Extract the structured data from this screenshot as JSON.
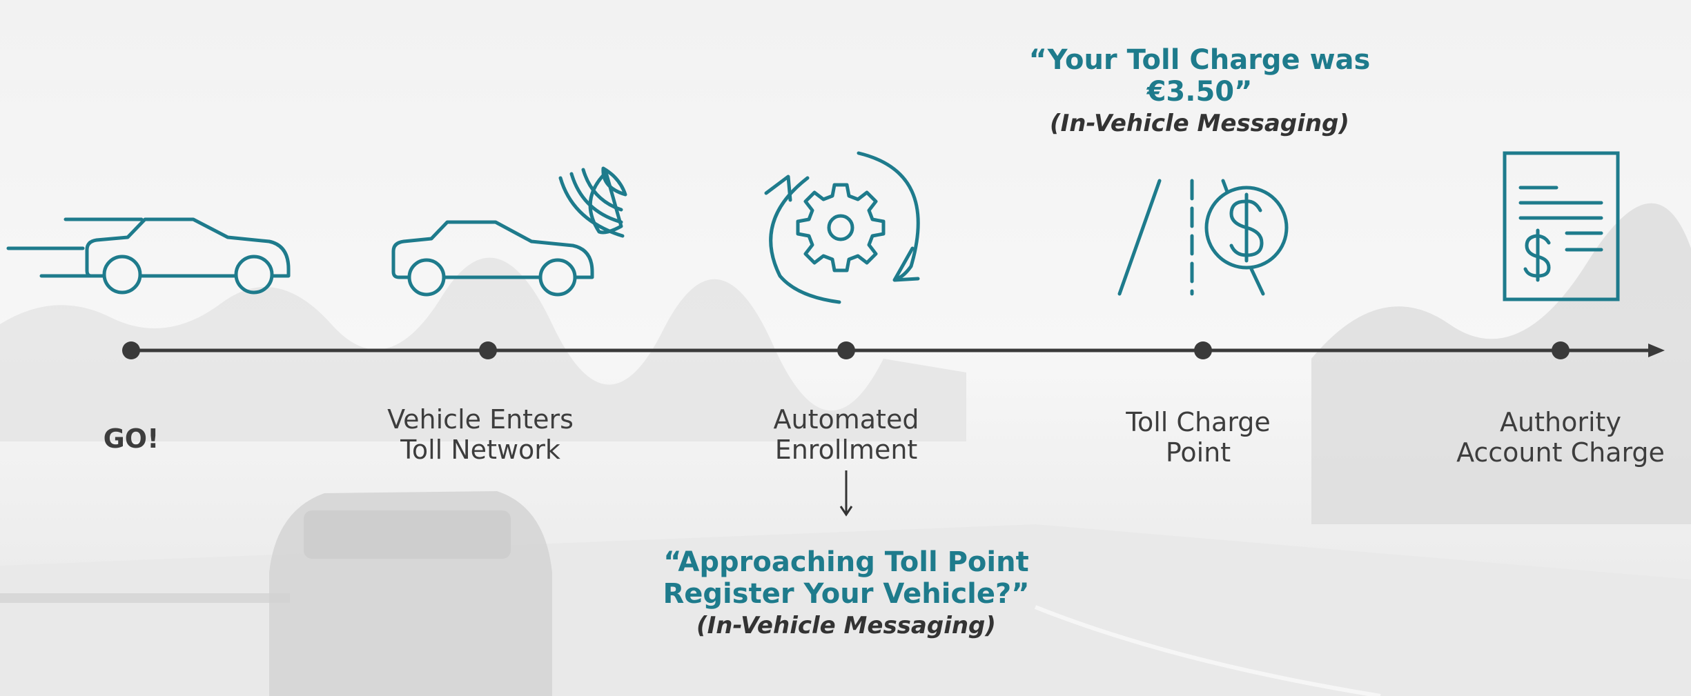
{
  "steps": [
    {
      "lines": [
        "GO!"
      ]
    },
    {
      "lines": [
        "Vehicle Enters",
        "Toll Network"
      ]
    },
    {
      "lines": [
        "Automated",
        "Enrollment"
      ]
    },
    {
      "lines": [
        "Toll Charge",
        "Point"
      ]
    },
    {
      "lines": [
        "Authority",
        "Account Charge"
      ]
    }
  ],
  "callouts": {
    "toll_charge": {
      "lines": [
        "“Your Toll Charge was",
        "€3.50”"
      ],
      "sub": "(In-Vehicle Messaging)"
    },
    "enrollment": {
      "lines": [
        "“Approaching Toll Point",
        "Register Your Vehicle?”"
      ],
      "sub": "(In-Vehicle Messaging)"
    }
  },
  "colors": {
    "accent": "#1e7b8c",
    "timeline": "#3a3a3a",
    "text": "#3d3d3d"
  },
  "icons": [
    "speeding-car-icon",
    "connected-car-icon",
    "automation-gear-icon",
    "toll-road-dollar-icon",
    "invoice-dollar-icon"
  ]
}
